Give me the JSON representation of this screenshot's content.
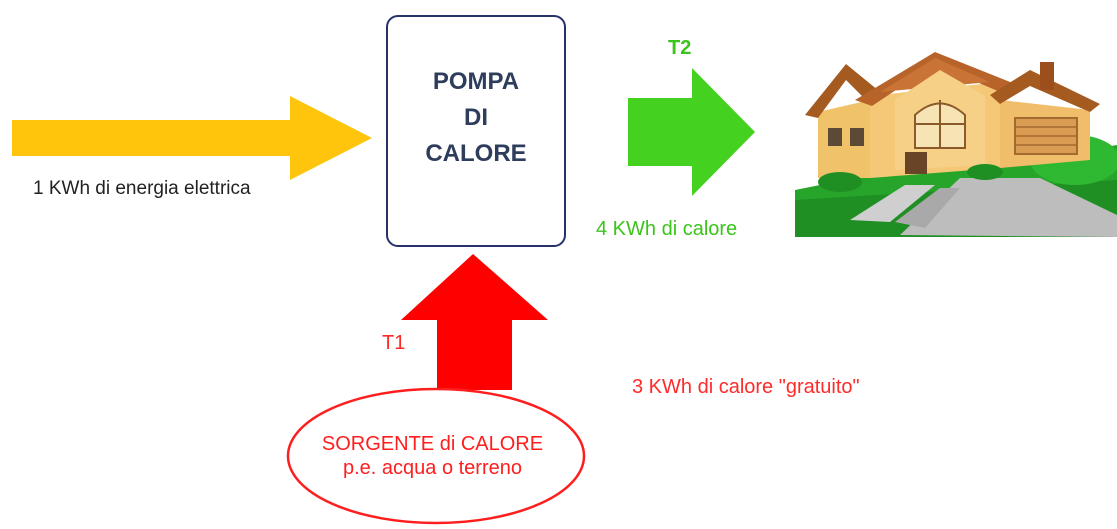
{
  "pump": {
    "line1": "POMPA",
    "line2": "DI",
    "line3": "CALORE"
  },
  "input_energy": {
    "label": "1 KWh di energia elettrica",
    "arrow_color": "#ffc40c"
  },
  "output_heat": {
    "temperature_label": "T2",
    "label": "4 KWh di calore",
    "arrow_color": "#44d11f"
  },
  "source": {
    "temperature_label": "T1",
    "label": "3 KWh di calore \"gratuito\"",
    "ellipse_line1": "SORGENTE di CALORE",
    "ellipse_line2": "p.e. acqua o terreno",
    "arrow_color": "#ff0000"
  },
  "house": {
    "icon": "house-icon"
  }
}
